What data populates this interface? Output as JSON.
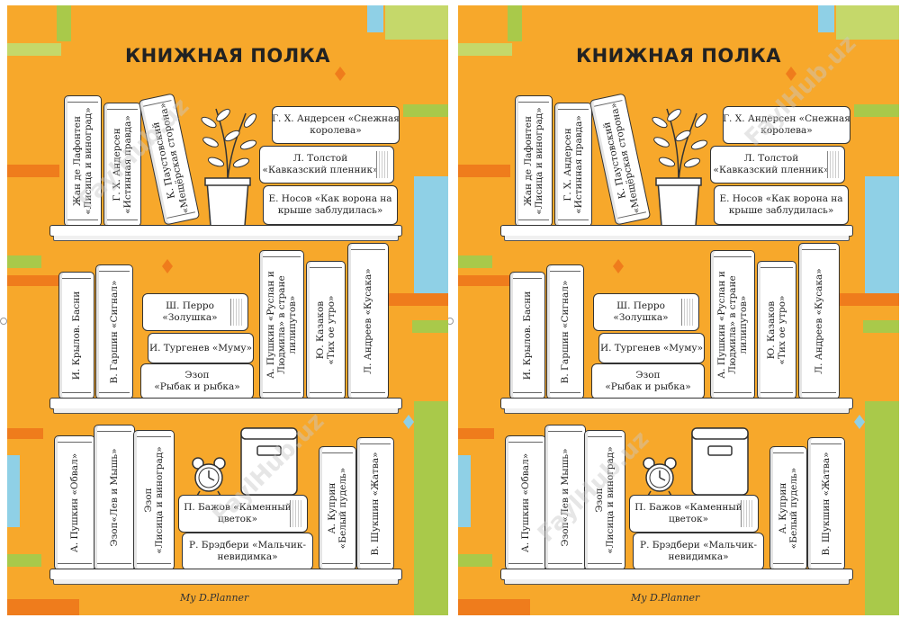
{
  "poster": {
    "title": "КНИЖНАЯ ПОЛКА",
    "signature": "My D.Planner",
    "watermark_a": "FaylHub.uz",
    "watermark_b": "FaylHub.uz"
  },
  "shelf1": {
    "book1": "Жан де Лафонтен\n«Лисица и виноград»",
    "book2": "Г. Х. Андерсен\n«Истинная правда»",
    "book3": "К. Паустовский\n«Мещёрская сторона»",
    "book4": "Г. Х. Андерсен «Снежная\nкоролева»",
    "book5": "Л. Толстой\n«Кавказский пленник»",
    "book6": "Е. Носов «Как ворона на\nкрыше заблудилась»"
  },
  "shelf2": {
    "book1": "И. Крылов. Басни",
    "book2": "В. Гаршин «Сигнал»",
    "book3": "Ш. Перро\n«Золушка»",
    "book4": "И. Тургенев «Муму»",
    "book5": "Эзоп\n«Рыбак и рыбка»",
    "book6": "А. Пушкин «Руслан и\nЛюдмила» в стране\nлилипутов»",
    "book7": "Ю. Казаков\n«Тих ое утро»",
    "book8": "Л. Андреев «Кусака»"
  },
  "shelf3": {
    "book1": "А. Пушкин «Обвал»",
    "book2": "Эзоп«Лев и Мышь»",
    "book3": "Эзоп\n«Лисица и виноград»",
    "book4": "П. Бажов «Каменный\nцветок»",
    "book5": "Р. Брэдбери «Мальчик-\nневидимка»",
    "book6": "А. Куприн\n«Белый пудель»",
    "book7": "В. Шукшин «Жатва»"
  },
  "colors": {
    "background": "#f7a82b",
    "orange_stripe": "#ef7c1c",
    "green": "#a9c94a",
    "light_green": "#c5d86a",
    "blue": "#8fd0e6",
    "book": "#ffffff",
    "outline": "#333333"
  },
  "icons": [
    "plant-icon",
    "alarm-clock-icon",
    "box-icon",
    "diamond-icon"
  ]
}
